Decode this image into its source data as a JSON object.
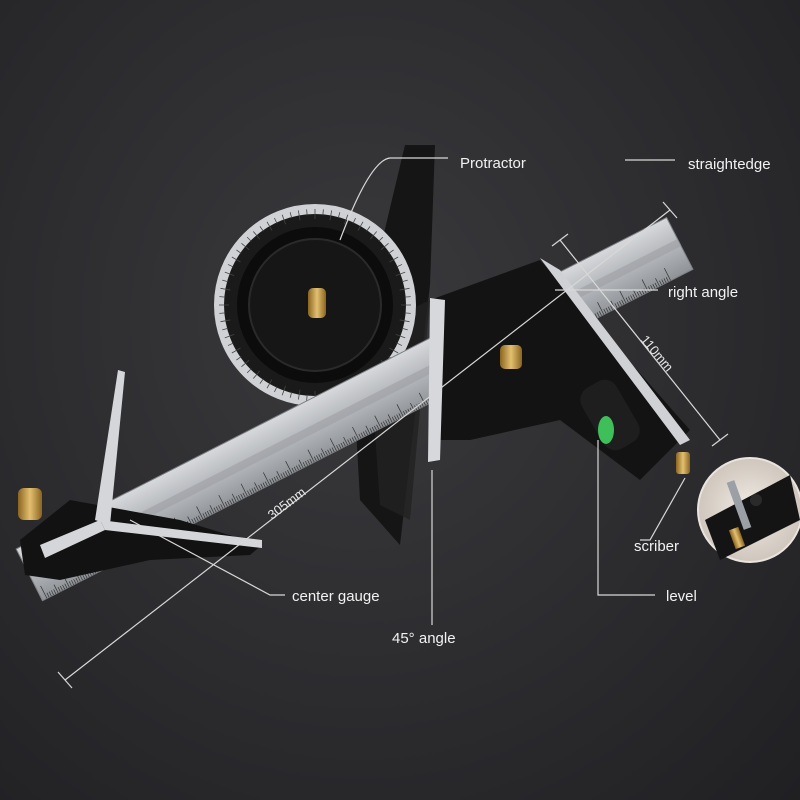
{
  "labels": {
    "protractor": "Protractor",
    "straightedge": "straightedge",
    "right_angle": "right angle",
    "dim_110": "110mm",
    "dim_305": "305mm",
    "scriber": "scriber",
    "level": "level",
    "center_gauge": "center gauge",
    "angle_45": "45° angle"
  },
  "colors": {
    "background": "#2b2b2d",
    "steel": "#b9bcc0",
    "black_head": "#141414",
    "brass": "#c9a04a",
    "level_vial": "#3fbf5a"
  }
}
